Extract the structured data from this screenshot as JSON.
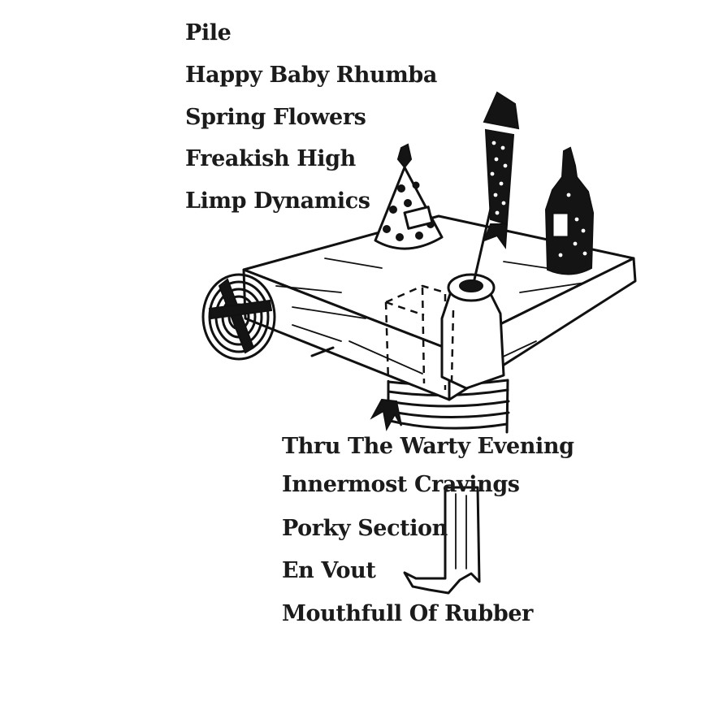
{
  "tracklist": {
    "side_one": [
      "Pile",
      "Happy Baby Rhumba",
      "Spring Flowers",
      "Freakish High",
      "Limp Dynamics"
    ],
    "side_two": [
      "Thru The Warty Evening",
      "Innermost Cravings",
      "Porky Section",
      "En Vout",
      "Mouthfull Of Rubber"
    ]
  },
  "colors": {
    "background": "#ffffff",
    "ink": "#111111"
  },
  "illustration": {
    "objects": [
      "party-hat",
      "rocket-firework",
      "bottle",
      "coil",
      "table-board",
      "pole"
    ]
  }
}
